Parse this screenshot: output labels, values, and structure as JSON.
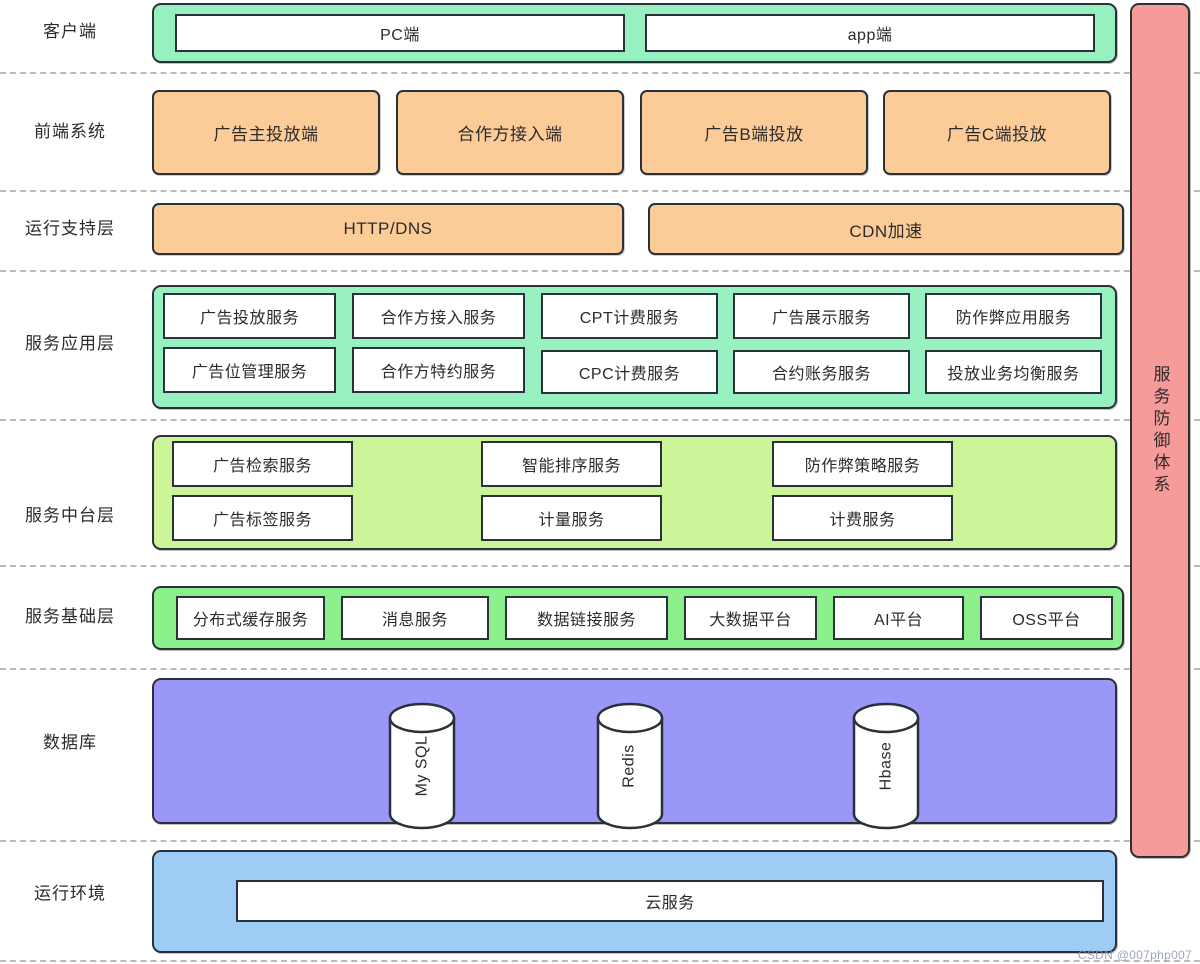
{
  "colors": {
    "mint": "#97F0C0",
    "orange": "#FBCB98",
    "yellow_green": "#CCF599",
    "green": "#8CF08C",
    "purple": "#9A97F8",
    "blue": "#9DCCF5",
    "red": "#F79A9A",
    "stroke": "#2b3138",
    "separator": "#b9b9b9",
    "white": "#ffffff"
  },
  "watermark": "CSDN @007php007",
  "defense_panel": {
    "label": "服务防御体系"
  },
  "rows": [
    {
      "id": "client",
      "label": "客户端",
      "band_color": "#97F0C0",
      "nodes": [
        "PC端",
        "app端"
      ]
    },
    {
      "id": "frontend-system",
      "label": "前端系统",
      "band_color": "#FBCB98",
      "nodes": [
        "广告主投放端",
        "合作方接入端",
        "广告B端投放",
        "广告C端投放"
      ]
    },
    {
      "id": "runtime-support",
      "label": "运行支持层",
      "band_color": "#FBCB98",
      "nodes": [
        "HTTP/DNS",
        "CDN加速"
      ]
    },
    {
      "id": "service-application",
      "label": "服务应用层",
      "band_color": "#97F0C0",
      "columns": [
        {
          "top": "广告投放服务",
          "bottom": "广告位管理服务"
        },
        {
          "top": "合作方接入服务",
          "bottom": "合作方特约服务"
        },
        {
          "top": "CPT计费服务",
          "bottom": "CPC计费服务"
        },
        {
          "top": "广告展示服务",
          "bottom": "合约账务服务"
        },
        {
          "top": "防作弊应用服务",
          "bottom": "投放业务均衡服务"
        }
      ]
    },
    {
      "id": "service-middle-platform",
      "label": "服务中台层",
      "band_color": "#CCF599",
      "columns": [
        {
          "top": "广告检索服务",
          "bottom": "广告标签服务"
        },
        {
          "top": "智能排序服务",
          "bottom": "计量服务"
        },
        {
          "top": "防作弊策略服务",
          "bottom": "计费服务"
        }
      ]
    },
    {
      "id": "service-foundation",
      "label": "服务基础层",
      "band_color": "#8CF08C",
      "nodes": [
        "分布式缓存服务",
        "消息服务",
        "数据链接服务",
        "大数据平台",
        "AI平台",
        "OSS平台"
      ]
    },
    {
      "id": "database",
      "label": "数据库",
      "band_color": "#9A97F8",
      "cylinders": [
        "My SQL",
        "Redis",
        "Hbase"
      ]
    },
    {
      "id": "runtime-environment",
      "label": "运行环境",
      "band_color": "#9DCCF5",
      "nodes": [
        "云服务"
      ]
    }
  ]
}
